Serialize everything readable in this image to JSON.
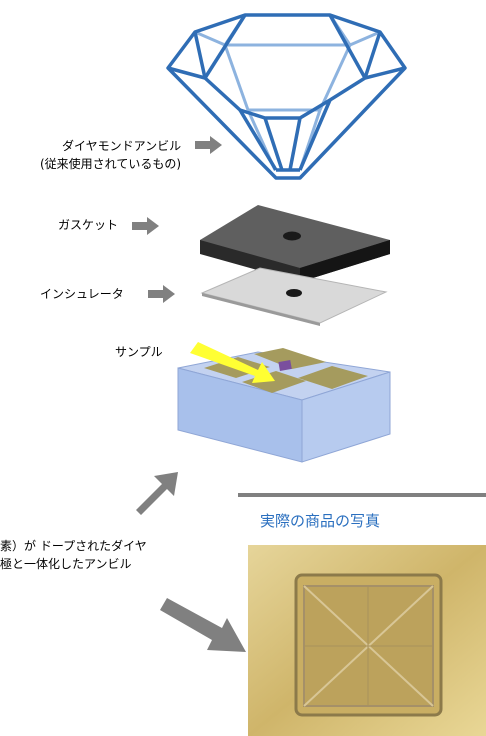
{
  "labels": {
    "diamond_anvil_line1": "ダイヤモンドアンビル",
    "diamond_anvil_line2": "(従来使用されているもの)",
    "gasket": "ガスケット",
    "insulator": "インシュレータ",
    "sample": "サンプル",
    "doped_line1": "素）が ドープされたダイヤ",
    "doped_line2": "極と一体化したアンビル"
  },
  "photo": {
    "title": "実際の商品の写真"
  },
  "colors": {
    "diamond_outline": "#2f6db5",
    "diamond_inner": "#8db3df",
    "arrow_gray": "#808080",
    "gasket_top": "#5f5f5f",
    "gasket_side": "#2a2a2a",
    "insulator": "#d9d9d9",
    "anvil_blue": "#a8c0eb",
    "electrode": "#a59b5e",
    "sample_arrow": "#ffff33",
    "photo_title": "#2a6fbf",
    "photo_bg": "#d8c27a"
  }
}
